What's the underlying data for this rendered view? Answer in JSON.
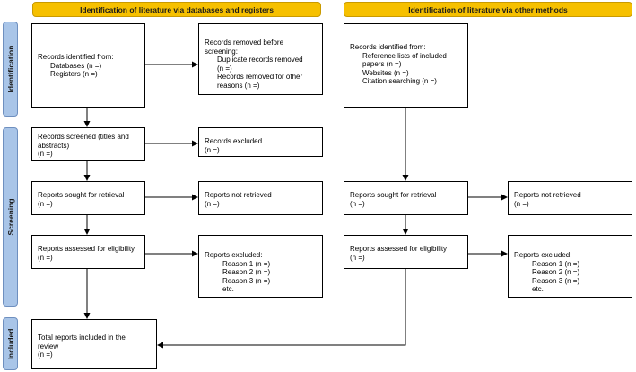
{
  "headers": {
    "databases": "Identification of literature via databases and registers",
    "other": "Identification of literature via other methods"
  },
  "phases": {
    "identification": "Identification",
    "screening": "Screening",
    "included": "Included"
  },
  "left": {
    "identified": {
      "title": "Records identified from:",
      "items": [
        "Databases (n =)",
        "Registers (n =)"
      ]
    },
    "removed": {
      "title1": "Records removed before",
      "title2": "screening:",
      "items": [
        "Duplicate records removed",
        "(n =)",
        "Records removed for other",
        "reasons (n =)"
      ]
    },
    "screened": {
      "line1": "Records screened (titles and",
      "line2": "abstracts)",
      "n": "(n =)"
    },
    "excluded": {
      "title": "Records excluded",
      "n": "(n =)"
    },
    "sought": {
      "title": "Reports sought for retrieval",
      "n": "(n =)"
    },
    "not_retrieved": {
      "title": "Reports not retrieved",
      "n": "(n =)"
    },
    "assessed": {
      "title": "Reports assessed for eligibility",
      "n": "(n =)"
    },
    "reports_excluded": {
      "title": "Reports excluded:",
      "items": [
        "Reason 1 (n =)",
        "Reason 2 (n =)",
        "Reason 3 (n =)",
        "etc."
      ]
    },
    "included": {
      "line1": "Total reports included in the",
      "line2": "review",
      "n": "(n =)"
    }
  },
  "right": {
    "identified": {
      "title": "Records identified from:",
      "items": [
        "Reference lists of included",
        "papers (n =)",
        "Websites (n =)",
        "Citation searching (n =)"
      ]
    },
    "sought": {
      "title": "Reports sought for retrieval",
      "n": "(n =)"
    },
    "not_retrieved": {
      "title": "Reports not retrieved",
      "n": "(n =)"
    },
    "assessed": {
      "title": "Reports assessed for eligibility",
      "n": "(n =)"
    },
    "reports_excluded": {
      "title": "Reports excluded:",
      "items": [
        "Reason 1 (n =)",
        "Reason 2 (n =)",
        "Reason 3 (n =)",
        "etc."
      ]
    }
  }
}
